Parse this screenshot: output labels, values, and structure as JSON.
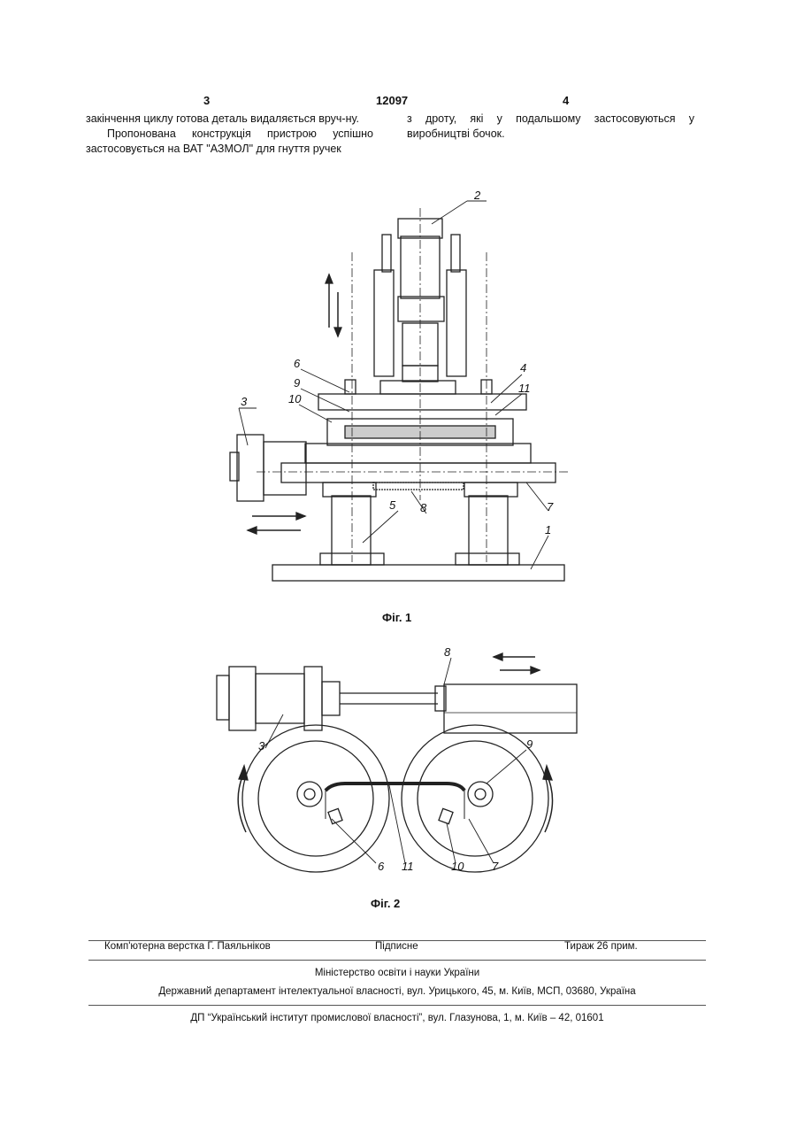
{
  "header": {
    "page_left": "3",
    "patent_number": "12097",
    "page_right": "4"
  },
  "left_column": {
    "para1": "закінчення циклу готова деталь видаляється вруч-ну.",
    "para2": "Пропонована конструкція пристрою успішно застосовується на ВАТ \"АЗМОЛ\" для гнуття ручек"
  },
  "right_column": {
    "para1": "з дроту, які у подальшому застосовуються у виробництві бочок."
  },
  "figure1": {
    "caption": "Фіг. 1",
    "labels": [
      "1",
      "2",
      "3",
      "4",
      "5",
      "6",
      "7",
      "8",
      "9",
      "10",
      "11"
    ]
  },
  "figure2": {
    "caption": "Фіг. 2",
    "labels": [
      "3",
      "6",
      "7",
      "8",
      "9",
      "10",
      "11"
    ]
  },
  "footer": {
    "typesetter": "Комп'ютерна верстка Г. Паяльніков",
    "signed": "Підписне",
    "circulation": "Тираж 26 прим.",
    "ministry": "Міністерство освіти і науки України",
    "department": "Державний департамент інтелектуальної власності, вул. Урицького, 45, м. Київ, МСП, 03680, Україна",
    "institute": "ДП “Український інститут промислової власності”, вул. Глазунова, 1, м. Київ – 42, 01601"
  }
}
